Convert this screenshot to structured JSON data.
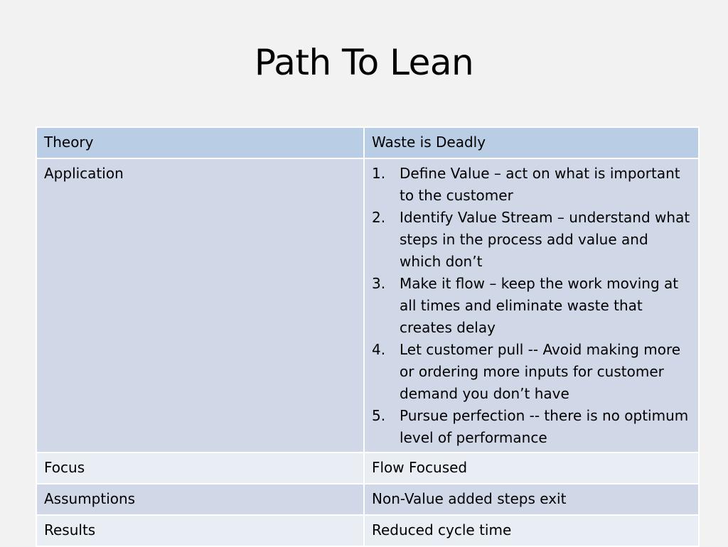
{
  "title": "Path To Lean",
  "rows": [
    {
      "label": "Theory",
      "value": "Waste is Deadly"
    },
    {
      "label": "Application",
      "steps": [
        "Define Value – act on what is important to the customer",
        "Identify Value Stream – understand what steps in the process add value and which don’t",
        "Make it flow – keep the work moving at all times and eliminate waste that creates delay",
        "Let customer pull -- Avoid making more or ordering more inputs for customer demand you don’t have",
        "Pursue perfection -- there is no optimum level of performance"
      ]
    },
    {
      "label": "Focus",
      "value": "Flow Focused"
    },
    {
      "label": "Assumptions",
      "value": "Non-Value added steps exit"
    },
    {
      "label": "Results",
      "value": "Reduced cycle time"
    }
  ],
  "step_numbers": [
    "1.",
    "2.",
    "3.",
    "4.",
    "5."
  ],
  "colors": {
    "background": "#f2f2f2",
    "header_row": "#b9cde5",
    "band_dark": "#d0d8e8",
    "band_light": "#e9edf4",
    "border": "#ffffff"
  }
}
